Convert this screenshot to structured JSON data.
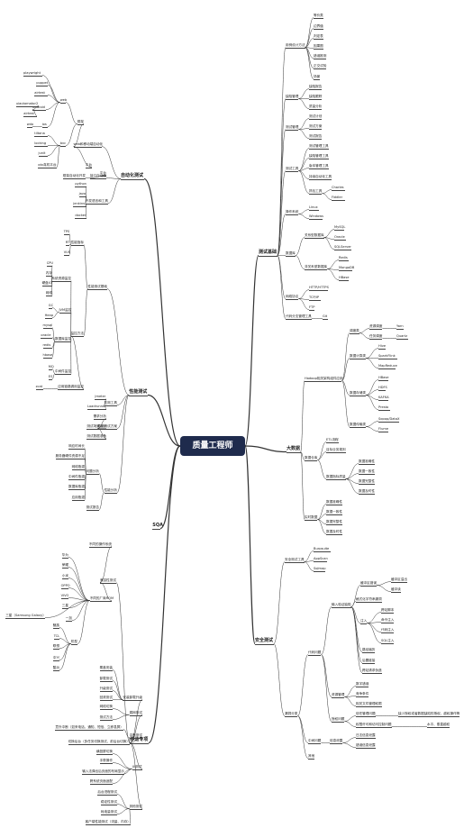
{
  "root": "质量工程师",
  "nodes": [
    {
      "id": "r1",
      "text": "测试基础",
      "l": 1
    },
    {
      "id": "r2",
      "text": "大数据",
      "l": 1
    },
    {
      "id": "r3",
      "text": "安全测试",
      "l": 1
    },
    {
      "id": "l1",
      "text": "自动化测试",
      "l": 1
    },
    {
      "id": "l2",
      "text": "性能测试",
      "l": 1
    },
    {
      "id": "l3",
      "text": "SQA",
      "l": 1
    },
    {
      "id": "l4",
      "text": "移动专项",
      "l": 1
    },
    {
      "id": "t1",
      "text": "用例设计方法",
      "l": 2
    },
    {
      "id": "t1a",
      "text": "等价类"
    },
    {
      "id": "t1b",
      "text": "边界值"
    },
    {
      "id": "t1c",
      "text": "判定表"
    },
    {
      "id": "t1d",
      "text": "因果图"
    },
    {
      "id": "t1e",
      "text": "错误推测"
    },
    {
      "id": "t1f",
      "text": "正交试验"
    },
    {
      "id": "t1g",
      "text": "场景"
    },
    {
      "id": "t2",
      "text": "缺陷管理",
      "l": 2
    },
    {
      "id": "t2a",
      "text": "缺陷报告"
    },
    {
      "id": "t2b",
      "text": "缺陷跟踪"
    },
    {
      "id": "t2c",
      "text": "质量分析"
    },
    {
      "id": "t3",
      "text": "测试管理",
      "l": 2
    },
    {
      "id": "t3a",
      "text": "测试计划"
    },
    {
      "id": "t3b",
      "text": "测试方案"
    },
    {
      "id": "t3c",
      "text": "测试报告"
    },
    {
      "id": "t4",
      "text": "测试工具",
      "l": 2
    },
    {
      "id": "t4a",
      "text": "测试管理工具"
    },
    {
      "id": "t4b",
      "text": "缺陷管理工具"
    },
    {
      "id": "t4c",
      "text": "版本管理工具"
    },
    {
      "id": "t4d",
      "text": "持续自动化工具"
    },
    {
      "id": "t4e",
      "text": "抓包工具"
    },
    {
      "id": "t4e1",
      "text": "Charles"
    },
    {
      "id": "t4e2",
      "text": "Fiddler"
    },
    {
      "id": "t5",
      "text": "操作系统",
      "l": 2
    },
    {
      "id": "t5a",
      "text": "Linux"
    },
    {
      "id": "t5b",
      "text": "Windows"
    },
    {
      "id": "t6",
      "text": "数据库",
      "l": 2
    },
    {
      "id": "t6a",
      "text": "关系型数据库"
    },
    {
      "id": "t6a1",
      "text": "MySQL"
    },
    {
      "id": "t6a2",
      "text": "Oracle"
    },
    {
      "id": "t6a3",
      "text": "SQLServer"
    },
    {
      "id": "t6b",
      "text": "非关系型数据库"
    },
    {
      "id": "t6b1",
      "text": "Redis"
    },
    {
      "id": "t6b2",
      "text": "MongoDB"
    },
    {
      "id": "t6b3",
      "text": "HBase"
    },
    {
      "id": "t7",
      "text": "网络协议",
      "l": 2
    },
    {
      "id": "t7a",
      "text": "HTTP/HTTPS"
    },
    {
      "id": "t7b",
      "text": "TCP/IP"
    },
    {
      "id": "t7c",
      "text": "FTP"
    },
    {
      "id": "t8",
      "text": "代码分支管理工具",
      "l": 2
    },
    {
      "id": "t8a",
      "text": "Git"
    },
    {
      "id": "b1",
      "text": "Hadoop相关架构组件应用",
      "l": 2
    },
    {
      "id": "b1a",
      "text": "调度类"
    },
    {
      "id": "b1a1",
      "text": "资源调度"
    },
    {
      "id": "b1a1x",
      "text": "Yarn"
    },
    {
      "id": "b1a2",
      "text": "任务调度"
    },
    {
      "id": "b1a2x",
      "text": "Quartz"
    },
    {
      "id": "b1b",
      "text": "数据计算类"
    },
    {
      "id": "b1b1",
      "text": "Hive"
    },
    {
      "id": "b1b2",
      "text": "SparkFlink"
    },
    {
      "id": "b1b3",
      "text": "MapReduce"
    },
    {
      "id": "b1c",
      "text": "数据存储类"
    },
    {
      "id": "b1c1",
      "text": "HBase"
    },
    {
      "id": "b1c2",
      "text": "HDFS"
    },
    {
      "id": "b1c3",
      "text": "KAFKA"
    },
    {
      "id": "b1c4",
      "text": "Presto"
    },
    {
      "id": "b1d",
      "text": "数据传输类"
    },
    {
      "id": "b1d1",
      "text": "Sqoop/DataX"
    },
    {
      "id": "b1d2",
      "text": "Flume"
    },
    {
      "id": "b2",
      "text": "数据仓库",
      "l": 2
    },
    {
      "id": "b2a",
      "text": "ETL流程"
    },
    {
      "id": "b2b",
      "text": "目标业务规则"
    },
    {
      "id": "b2c",
      "text": "数据指标质量"
    },
    {
      "id": "b2c1",
      "text": "数据准确性"
    },
    {
      "id": "b2c2",
      "text": "数据一致性"
    },
    {
      "id": "b2c3",
      "text": "数据完整性"
    },
    {
      "id": "b2c4",
      "text": "数据及时性"
    },
    {
      "id": "b3",
      "text": "实时数据",
      "l": 2
    },
    {
      "id": "b3a",
      "text": "数据准确性"
    },
    {
      "id": "b3b",
      "text": "数据一致性"
    },
    {
      "id": "b3c",
      "text": "数据完整性"
    },
    {
      "id": "b3d",
      "text": "数据及时性"
    },
    {
      "id": "s1",
      "text": "安全测试工具",
      "l": 2
    },
    {
      "id": "s1a",
      "text": "Burpsuite"
    },
    {
      "id": "s1b",
      "text": "AppScan"
    },
    {
      "id": "s1c",
      "text": "Sqlmap"
    },
    {
      "id": "s2",
      "text": "漏洞分类",
      "l": 2
    },
    {
      "id": "s2a",
      "text": "代码问题"
    },
    {
      "id": "s2a1",
      "text": "输入验证缺陷"
    },
    {
      "id": "s2a1a",
      "text": "缓冲区错误"
    },
    {
      "id": "s2a1a1",
      "text": "缓冲区溢出"
    },
    {
      "id": "s2a1a2",
      "text": "缓冲读"
    },
    {
      "id": "s2a1b",
      "text": "格式化字符串漏洞"
    },
    {
      "id": "s2a1c",
      "text": "注入"
    },
    {
      "id": "s2a1c1",
      "text": "跨站脚本"
    },
    {
      "id": "s2a1c2",
      "text": "命令注入"
    },
    {
      "id": "s2a1c3",
      "text": "代码注入"
    },
    {
      "id": "s2a1c4",
      "text": "SQL注入"
    },
    {
      "id": "s2a1d",
      "text": "路径遍历"
    },
    {
      "id": "s2a1e",
      "text": "后置链接"
    },
    {
      "id": "s2a1f",
      "text": "跨站请求伪造"
    },
    {
      "id": "s2b",
      "text": "资源管理",
      "l": 2
    },
    {
      "id": "s2b1",
      "text": "数字错误"
    },
    {
      "id": "s2b2",
      "text": "竞争条件"
    },
    {
      "id": "s2b3",
      "text": "相关文件管理权限"
    },
    {
      "id": "s2c",
      "text": "授权问题",
      "l": 2
    },
    {
      "id": "s2c1",
      "text": "信任管理问题"
    },
    {
      "id": "s2c1x",
      "text": "缺少授权或者数据缺陷的授权，越权操作等"
    },
    {
      "id": "s2c2",
      "text": "权限许可和访问控制问题"
    },
    {
      "id": "s2c2x",
      "text": "水平、垂直越权"
    },
    {
      "id": "s2d",
      "text": "中间问题",
      "l": 2
    },
    {
      "id": "s2d1",
      "text": "信息泄露"
    },
    {
      "id": "s2d1a",
      "text": "日志信息泄露"
    },
    {
      "id": "s2d1b",
      "text": "错误信息泄露"
    },
    {
      "id": "s2e",
      "text": "其他"
    },
    {
      "id": "a1",
      "text": "web和移动端自动化",
      "l": 2
    },
    {
      "id": "a1a",
      "text": "框架"
    },
    {
      "id": "a1a1",
      "text": "web"
    },
    {
      "id": "a1a1a",
      "text": "playwright"
    },
    {
      "id": "a1a1b",
      "text": "puppet"
    },
    {
      "id": "a1a1c",
      "text": "airtest"
    },
    {
      "id": "a1a1d",
      "text": "android"
    },
    {
      "id": "a1a1d1",
      "text": "uiautomator2"
    },
    {
      "id": "a1a1d2",
      "text": "airtest"
    },
    {
      "id": "a1a1e",
      "text": "ios"
    },
    {
      "id": "a1a1e1",
      "text": "wda"
    },
    {
      "id": "a1a2",
      "text": "bvc"
    },
    {
      "id": "a1a2a",
      "text": "tiltana"
    },
    {
      "id": "a1a2b",
      "text": "locking"
    },
    {
      "id": "a1a2c",
      "text": "junit"
    },
    {
      "id": "a1a2d",
      "text": "qtx真机平台"
    },
    {
      "id": "a1b",
      "text": "平台"
    },
    {
      "id": "a2",
      "text": "接口自动化",
      "l": 2
    },
    {
      "id": "a2a",
      "text": "平台"
    },
    {
      "id": "a2b",
      "text": "框架自动化开发"
    },
    {
      "id": "a3",
      "text": "开发语言和工具",
      "l": 2
    },
    {
      "id": "a3a",
      "text": "python"
    },
    {
      "id": "a3b",
      "text": "java"
    },
    {
      "id": "a3c",
      "text": "jenkins"
    },
    {
      "id": "a3d",
      "text": "docker"
    },
    {
      "id": "p1",
      "text": "性能测试基础",
      "l": 2
    },
    {
      "id": "p1a",
      "text": "性能指标"
    },
    {
      "id": "p1a1",
      "text": "TPS"
    },
    {
      "id": "p1a2",
      "text": "RT"
    },
    {
      "id": "p1a3",
      "text": "VUS"
    },
    {
      "id": "p1b",
      "text": "监控方法"
    },
    {
      "id": "p1b1",
      "text": "系统资源监控"
    },
    {
      "id": "p1b1a",
      "text": "CPU"
    },
    {
      "id": "p1b1b",
      "text": "内存"
    },
    {
      "id": "p1b1c",
      "text": "硬盘IO"
    },
    {
      "id": "p1b1d",
      "text": "网络"
    },
    {
      "id": "p1b2",
      "text": "JVM监控"
    },
    {
      "id": "p1b2a",
      "text": "GC"
    },
    {
      "id": "p1b2b",
      "text": "Heap"
    },
    {
      "id": "p1b3",
      "text": "数据库监控"
    },
    {
      "id": "p1b3a",
      "text": "mysql"
    },
    {
      "id": "p1b3b",
      "text": "oracle"
    },
    {
      "id": "p1b3c",
      "text": "redis"
    },
    {
      "id": "p1b3d",
      "text": "hbase"
    },
    {
      "id": "p1b4",
      "text": "中间件监控"
    },
    {
      "id": "p1b4a",
      "text": "MQ"
    },
    {
      "id": "p1b4b",
      "text": "ES"
    },
    {
      "id": "p1b5",
      "text": "应用链路调用监控"
    },
    {
      "id": "p1b5a",
      "text": "zcat"
    },
    {
      "id": "p2",
      "text": "压测工具",
      "l": 2
    },
    {
      "id": "p2a",
      "text": "Jmeter"
    },
    {
      "id": "p2b",
      "text": "Loadrunner"
    },
    {
      "id": "p3",
      "text": "性能测试方案",
      "l": 2
    },
    {
      "id": "p3a",
      "text": "需求分析"
    },
    {
      "id": "p3b",
      "text": "测试场景设计"
    },
    {
      "id": "p3c",
      "text": "测试数据准备"
    },
    {
      "id": "p4",
      "text": "性能分析",
      "l": 2
    },
    {
      "id": "p4a",
      "text": "问题分析"
    },
    {
      "id": "p4a1",
      "text": "响应时间长"
    },
    {
      "id": "p4a2",
      "text": "服务器硬件资源不足"
    },
    {
      "id": "p4a3",
      "text": "网络瓶颈"
    },
    {
      "id": "p4a4",
      "text": "中间件瓶颈"
    },
    {
      "id": "p4a5",
      "text": "数据库瓶颈"
    },
    {
      "id": "p4a6",
      "text": "应用瓶颈"
    },
    {
      "id": "p4b",
      "text": "测试报告"
    },
    {
      "id": "m1",
      "text": "兼容性测试",
      "l": 2
    },
    {
      "id": "m1a",
      "text": "不同的操作系统"
    },
    {
      "id": "m1b",
      "text": "不同的厂商ROM"
    },
    {
      "id": "m1b1",
      "text": "华为"
    },
    {
      "id": "m1b2",
      "text": "荣耀"
    },
    {
      "id": "m1b3",
      "text": "小米"
    },
    {
      "id": "m1b4",
      "text": "OPPO"
    },
    {
      "id": "m1b5",
      "text": "VIVO"
    },
    {
      "id": "m1b6",
      "text": "三星"
    },
    {
      "id": "m1b7",
      "text": "一加"
    },
    {
      "id": "m1b8",
      "text": "魅族"
    },
    {
      "id": "m1b9",
      "text": "TCL"
    },
    {
      "id": "m1b10",
      "text": "联想"
    },
    {
      "id": "m1b11",
      "text": "中兴"
    },
    {
      "id": "m1b12",
      "text": "酷派"
    },
    {
      "id": "m1c",
      "text": "三星（Samsung Galaxy）"
    },
    {
      "id": "m1d",
      "text": "机型"
    },
    {
      "id": "m2",
      "text": "安装卸载升级",
      "l": 2
    },
    {
      "id": "m2a",
      "text": "覆盖安装"
    },
    {
      "id": "m2b",
      "text": "卸载测试"
    },
    {
      "id": "m2c",
      "text": "升级测试"
    },
    {
      "id": "m2d",
      "text": "回滚测试"
    },
    {
      "id": "m3",
      "text": "弱网测试",
      "l": 2
    },
    {
      "id": "m3a",
      "text": "网络切换"
    },
    {
      "id": "m3b",
      "text": "测试方法"
    },
    {
      "id": "m4",
      "text": "中断测试",
      "l": 2
    },
    {
      "id": "m4a",
      "text": "意外中断（如来电话、通知、短信、立即息屏）"
    },
    {
      "id": "m4b",
      "text": "切换后台（多任务切换测试、前后台切换）"
    },
    {
      "id": "m5",
      "text": "UI测试",
      "l": 2
    },
    {
      "id": "m5a",
      "text": "横竖屏切换"
    },
    {
      "id": "m5b",
      "text": "手势操作"
    },
    {
      "id": "m5c",
      "text": "输入法弹出后页面的布局显示"
    },
    {
      "id": "m5d",
      "text": "跨系统页面适配"
    },
    {
      "id": "m6",
      "text": "其他测试",
      "l": 2
    },
    {
      "id": "m6a",
      "text": "后台进程测试"
    },
    {
      "id": "m6b",
      "text": "稳定性测试"
    },
    {
      "id": "m6c",
      "text": "耗电量测试"
    },
    {
      "id": "m6d",
      "text": "客户端性能测试（流量、内存）"
    }
  ]
}
